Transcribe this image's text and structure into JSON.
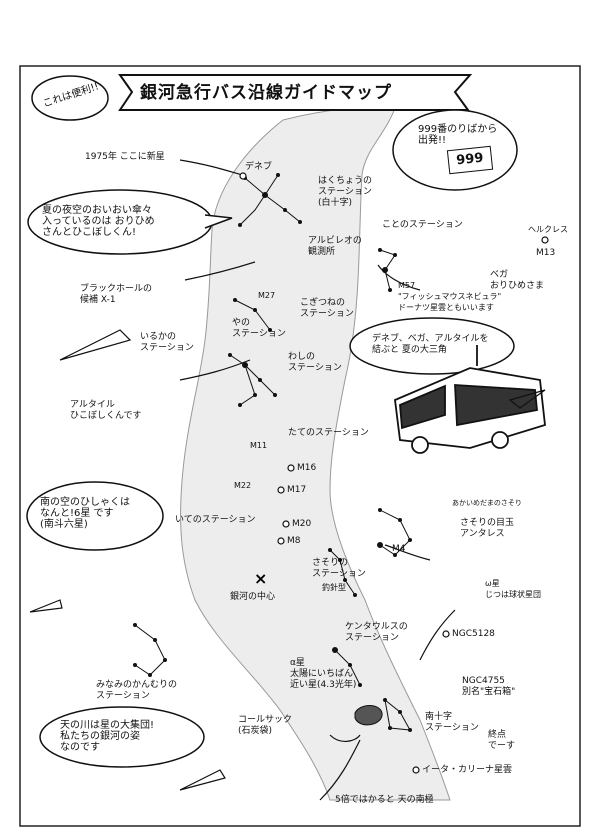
{
  "title": "銀河急行バス沿線ガイドマップ",
  "badge": "これは便利!!",
  "bubbles": {
    "ticket": "999番のりばから\n出発!!",
    "tanabata": "夏の夜空のおいおい傘々\n入っているのは おりひめ\nさんとひこぼしくん!",
    "triangle": "デネブ、ベガ、アルタイルを\n結ぶと 夏の大三角",
    "nanto": "南の空のひしゃくは\nなんと!6星 です\n(南斗六星)",
    "river": "天の川は星の大集団!\n私たちの銀河の姿\nなのです"
  },
  "ticket_number": "999",
  "labels": {
    "nova": "1975年 ここに新星",
    "deneb": "デネブ",
    "hakucho": "はくちょうの\nステーション\n(白十字)",
    "blackhole": "ブラックホールの\n候補 X-1",
    "albireo": "アルビレオの\n観測所",
    "kotosta": "ことのステーション",
    "hercules": "ヘルクレス",
    "m13": "M13",
    "m27": "M27",
    "yanosta": "やの\nステーション",
    "kogitsune": "こぎつねの\nステーション",
    "m57": "M57\n\"フィッシュマウスネビュラ\"\nドーナツ星雲ともいいます",
    "vega": "ベガ\nおりひめさま",
    "iruka": "いるかの\nステーション",
    "washi": "わしの\nステーション",
    "altair": "アルタイル\nひこぼしくんです",
    "m11": "M11",
    "tate": "たてのステーション",
    "m16": "M16",
    "m22": "M22",
    "m17": "M17",
    "ite": "いてのステーション",
    "m20": "M20",
    "m8": "M8",
    "song": "あかいめだまのさそり",
    "antares": "さそりの目玉\nアンタレス",
    "m4": "M4",
    "center": "銀河の中心",
    "sasori": "さそりの\nステーション",
    "tsurikake": "釣針型",
    "centaurus": "ケンタウルスの\nステーション",
    "omega": "ω星\nじつは球状星団",
    "ngc5128": "NGC5128",
    "minamino": "みなみのかんむりの\nステーション",
    "alphacen": "α星\n太陽にいちばん\n近い星(4.3光年)",
    "ngc4755": "NGC4755\n別名\"宝石箱\"",
    "coalsack": "コールサック\n(石炭袋)",
    "minamijuji": "南十字\nステーション",
    "terminal": "終点\nでーす",
    "etacarina": "イータ・カリーナ星雲",
    "southpole": "5倍ではかると 天の南極"
  }
}
